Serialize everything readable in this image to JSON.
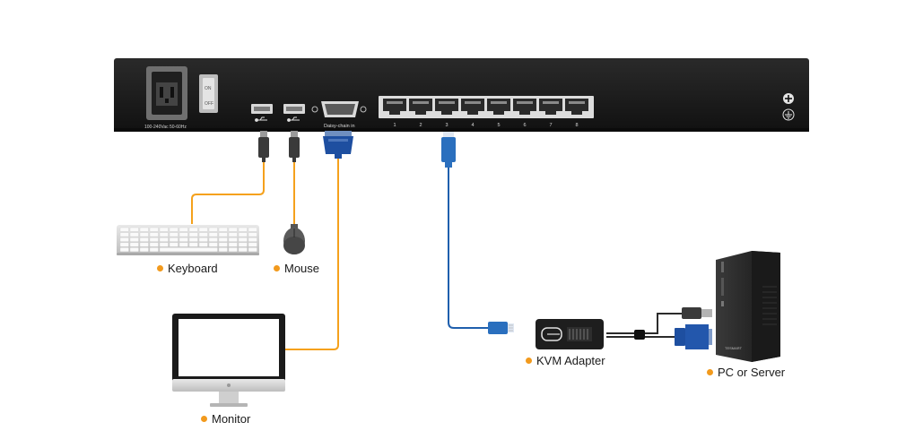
{
  "device": {
    "power_rating": "100-240Vac 50-60Hz",
    "switch_on": "ON",
    "switch_off": "OFF",
    "usb_symbol": "usb-symbol",
    "daisy_chain_label": "Daisy-chain in",
    "port_numbers": [
      "1",
      "2",
      "3",
      "4",
      "5",
      "6",
      "7",
      "8"
    ],
    "add_module_icon": "plus-circle-icon",
    "ground_icon": "ground-icon"
  },
  "labels": {
    "keyboard": "Keyboard",
    "mouse": "Mouse",
    "monitor": "Monitor",
    "kvm_adapter": "KVM Adapter",
    "pc_server": "PC or Server"
  },
  "pc_brand": "TESMART",
  "colors": {
    "chassis": "#1c1c1c",
    "cable_orange": "#f5a11c",
    "cable_blue": "#1f5fad",
    "vga_blue": "#1e4fa0",
    "bullet": "#f29a1d"
  }
}
